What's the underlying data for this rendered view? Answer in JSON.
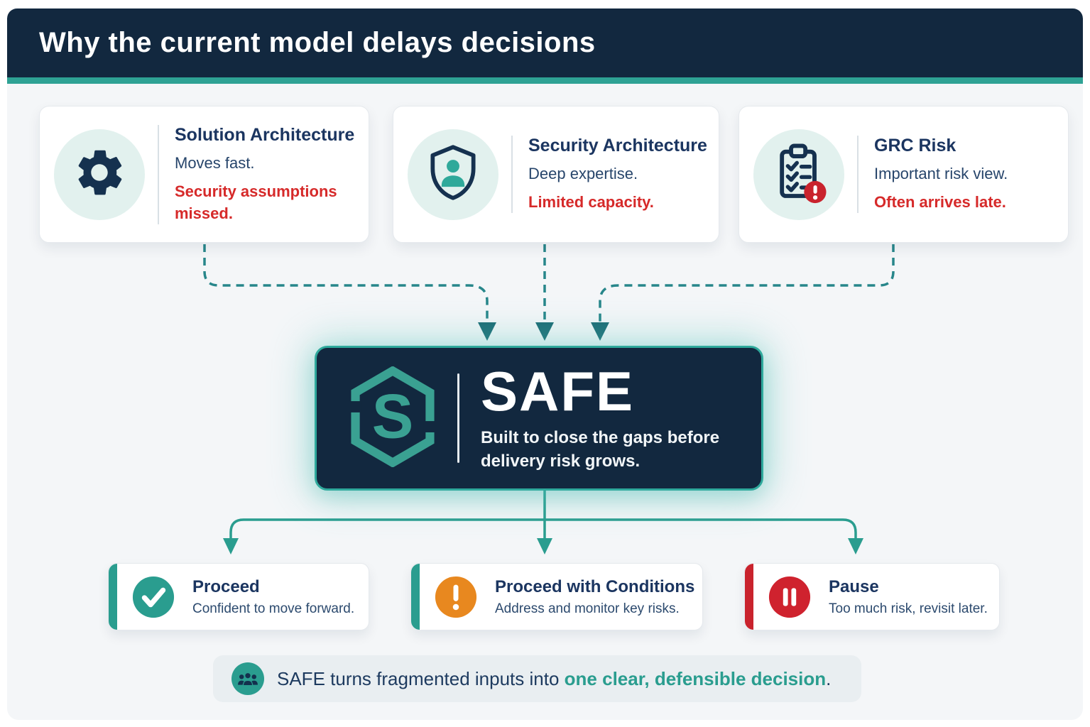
{
  "header": {
    "title": "Why the current model delays decisions"
  },
  "top_cards": [
    {
      "icon": "gear-icon",
      "title": "Solution Architecture",
      "line1": "Moves fast.",
      "line2": "Security assumptions missed."
    },
    {
      "icon": "shield-user-icon",
      "title": "Security Architecture",
      "line1": "Deep expertise.",
      "line2": "Limited capacity."
    },
    {
      "icon": "clipboard-alert-icon",
      "title": "GRC Risk",
      "line1": "Important risk view.",
      "line2": "Often arrives late."
    }
  ],
  "safe_box": {
    "logo": "safe-hexagon-s-logo",
    "name": "SAFE",
    "tagline": "Built to close the gaps before delivery risk grows."
  },
  "outcome_cards": [
    {
      "icon": "check-circle-icon",
      "title": "Proceed",
      "subtitle": "Confident to move forward."
    },
    {
      "icon": "exclamation-circle-icon",
      "title": "Proceed with Conditions",
      "subtitle": "Address and monitor key risks."
    },
    {
      "icon": "pause-circle-icon",
      "title": "Pause",
      "subtitle": "Too much risk, revisit later."
    }
  ],
  "banner": {
    "icon": "team-icon",
    "text_prefix": "SAFE turns fragmented inputs into ",
    "text_highlight": "one clear, defensible decision",
    "text_suffix": "."
  },
  "colors": {
    "header_navy": "#12283f",
    "teal_accent": "#2a9d8f",
    "teal_bar": "#2ea294",
    "dashed_arrow": "#27868a",
    "risk_red": "#d62a2a",
    "badge_red": "#c9232d",
    "warning_orange": "#e8881f",
    "title_navy": "#1b3560",
    "icon_circle_bg": "#e2f1ee",
    "banner_bg": "#e9eef1"
  }
}
